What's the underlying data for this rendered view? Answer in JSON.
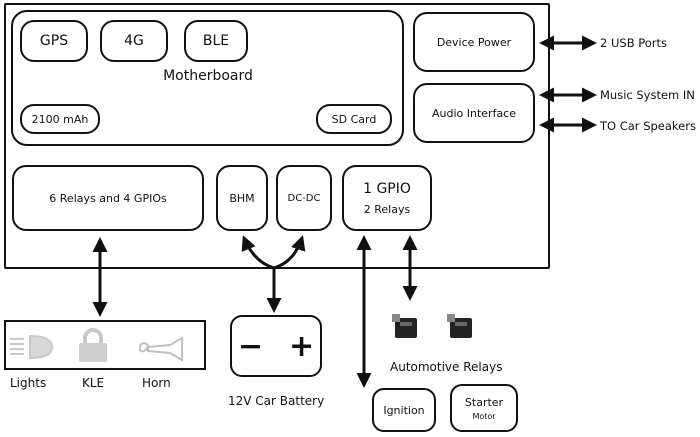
{
  "motherboard": {
    "title": "Motherboard",
    "chips": {
      "gps": "GPS",
      "fourg": "4G",
      "ble": "BLE"
    },
    "battery": "2100 mAh",
    "sdcard": "SD Card"
  },
  "device_power": "Device Power",
  "audio_interface": "Audio Interface",
  "relays_gpios": "6 Relays and 4 GPIOs",
  "bhm": "BHM",
  "dcdc": "DC-DC",
  "gpio_box": {
    "line1": "1 GPIO",
    "line2": "2 Relays"
  },
  "external": {
    "usb": "2 USB Ports",
    "music_in": "Music System IN",
    "speakers": "TO Car Speakers"
  },
  "peripherals": {
    "lights": "Lights",
    "kle": "KLE",
    "horn": "Horn"
  },
  "car_battery": {
    "label": "12V Car Battery",
    "minus": "−",
    "plus": "+"
  },
  "automotive_relays": "Automotive Relays",
  "ignition": "Ignition",
  "starter": {
    "line1": "Starter",
    "line2": "Motor"
  }
}
